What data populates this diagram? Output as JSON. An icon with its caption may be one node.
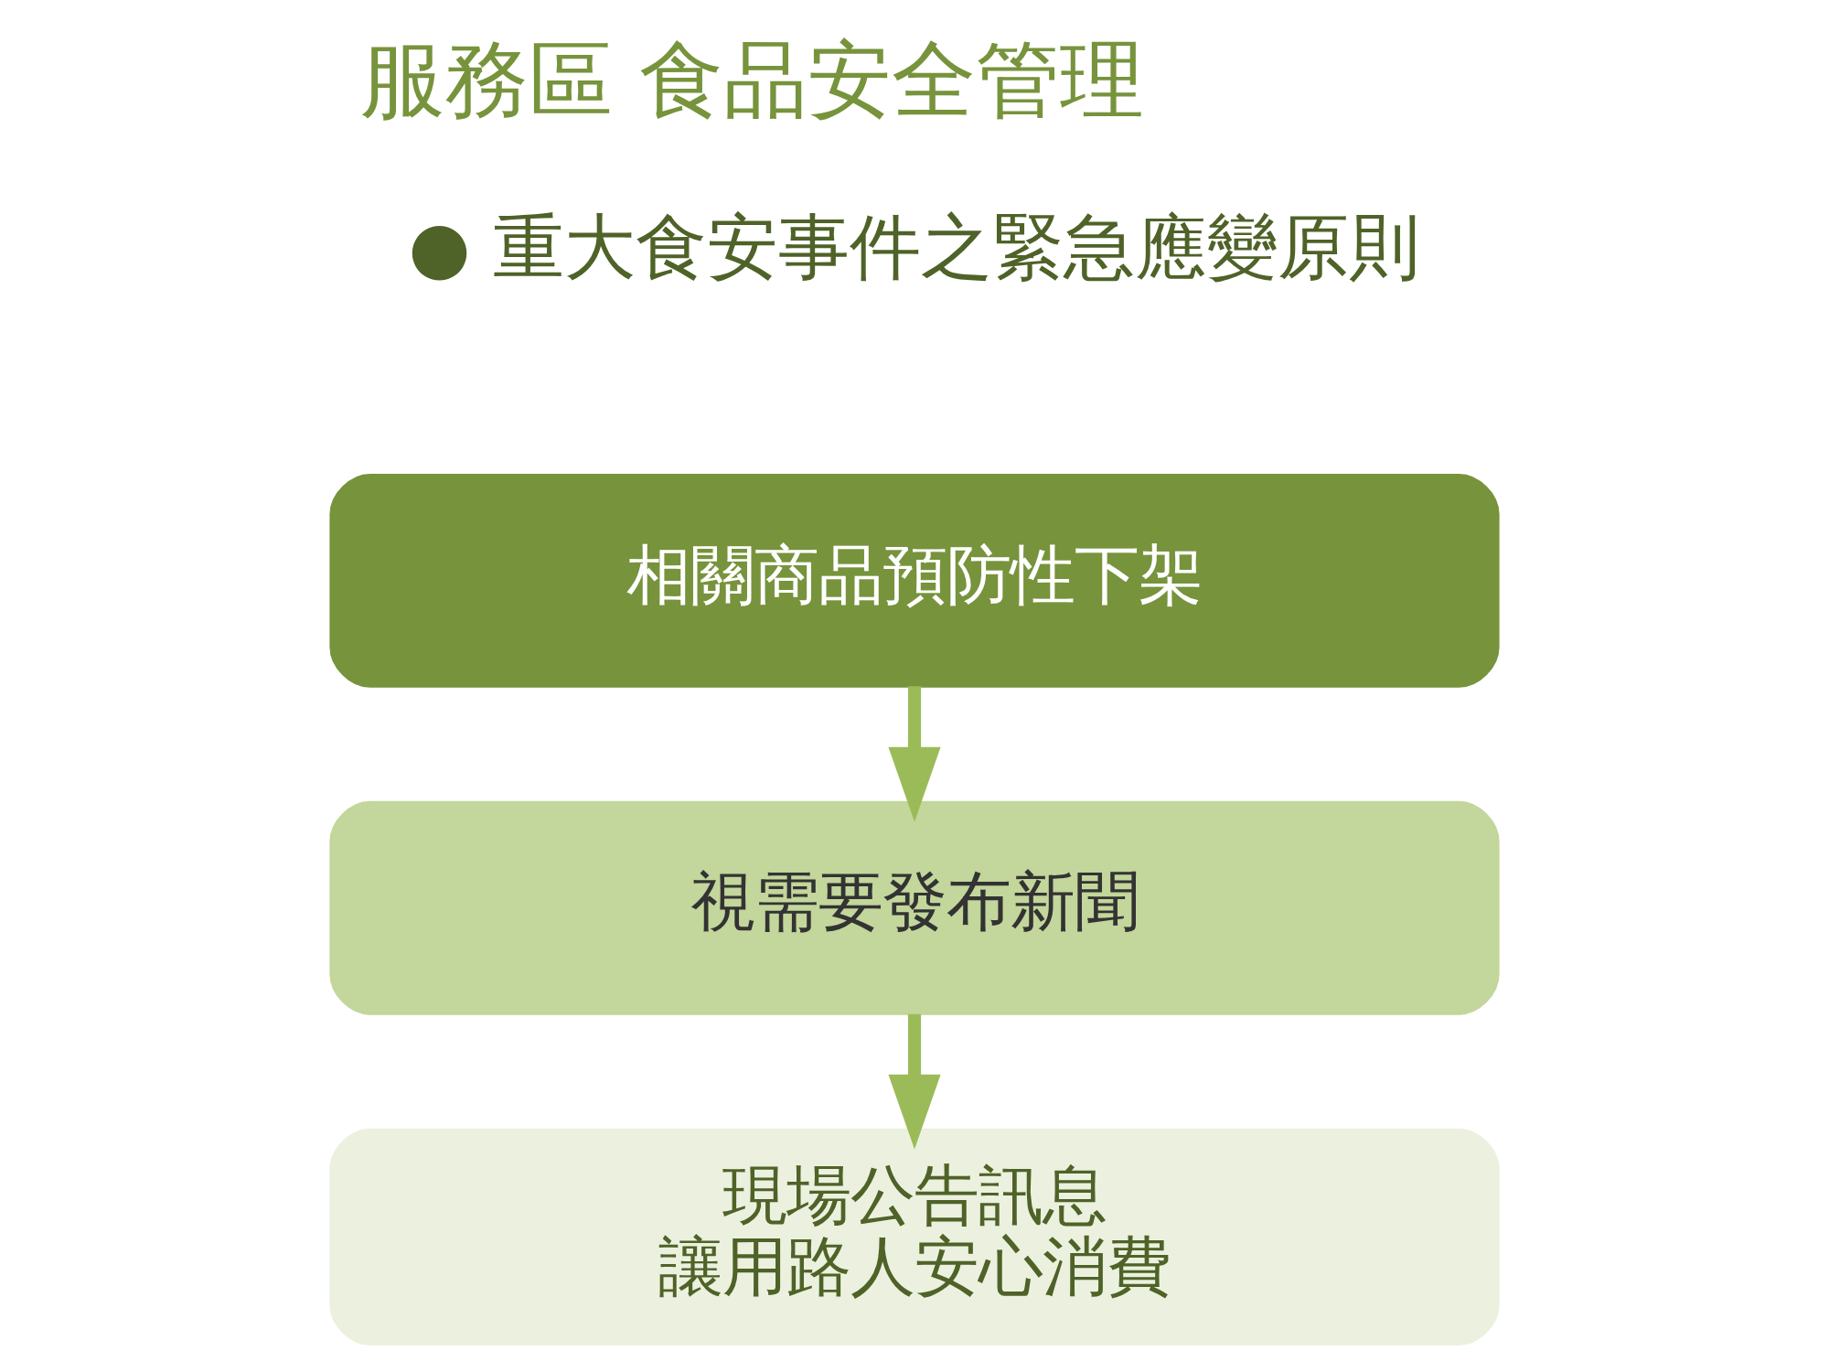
{
  "diagram": {
    "title": "服務區 食品安全管理",
    "nodes": [
      {
        "text": [
          "相關商品預防性下架"
        ]
      },
      {
        "text": [
          "視需要發布新聞"
        ]
      },
      {
        "text": [
          "現場公告訊息",
          "讓用路人安心消費"
        ]
      }
    ],
    "edges": [
      {
        "from": 0,
        "to": 1,
        "arrow": "to"
      },
      {
        "from": 1,
        "to": 2,
        "arrow": "to"
      }
    ],
    "labels": [
      "● 重大食安事件之緊急應變原則"
    ]
  }
}
